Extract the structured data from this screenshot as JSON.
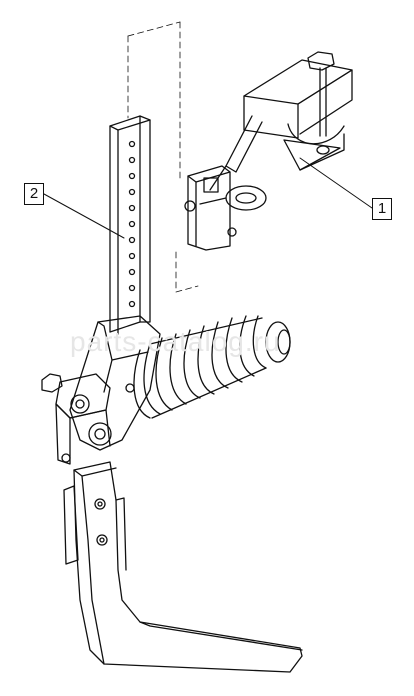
{
  "callouts": [
    {
      "id": "1",
      "label": "1"
    },
    {
      "id": "2",
      "label": "2"
    }
  ],
  "watermark": "parts-catalog.ru",
  "colors": {
    "line": "#111111",
    "background": "#ffffff",
    "watermark": "#e6e6e6"
  }
}
